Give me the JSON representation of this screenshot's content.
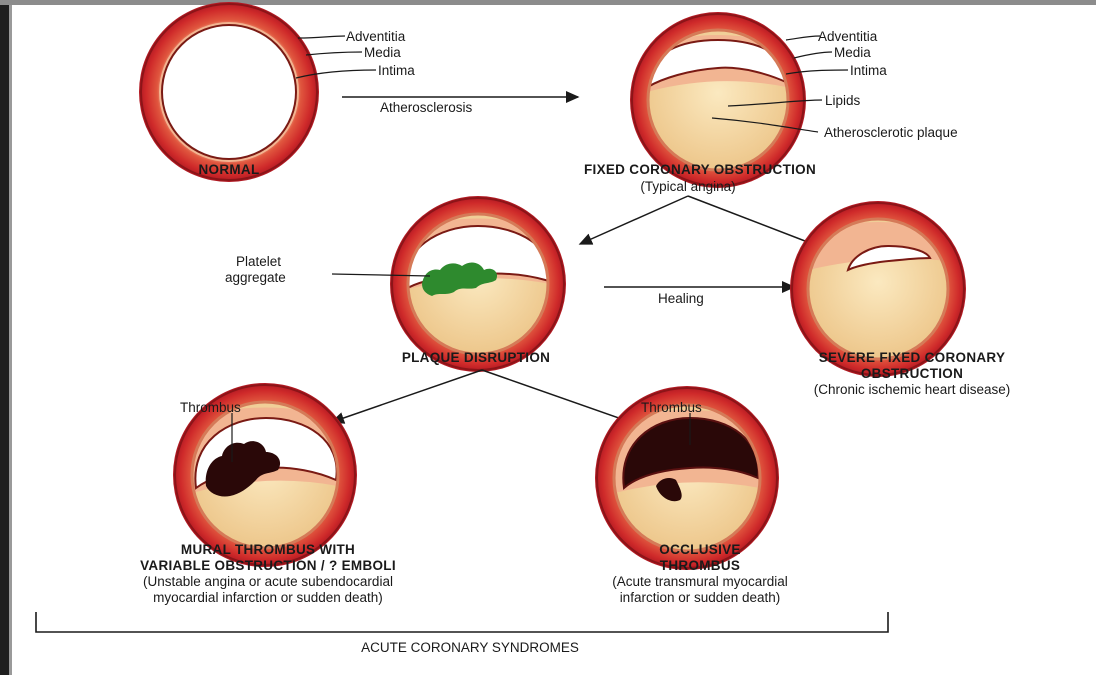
{
  "diagram": {
    "normal": {
      "caption": "NORMAL",
      "layers": [
        "Adventitia",
        "Media",
        "Intima"
      ]
    },
    "arrow_atherosclerosis": "Atherosclerosis",
    "fixed": {
      "caption": "FIXED CORONARY OBSTRUCTION",
      "subcaption": "(Typical angina)",
      "layers": [
        "Adventitia",
        "Media",
        "Intima"
      ],
      "lipids": "Lipids",
      "plaque": "Atherosclerotic plaque"
    },
    "disruption": {
      "caption": "PLAQUE DISRUPTION",
      "platelet_line1": "Platelet",
      "platelet_line2": "aggregate"
    },
    "arrow_healing": "Healing",
    "severe": {
      "caption_line1": "SEVERE FIXED CORONARY",
      "caption_line2": "OBSTRUCTION",
      "subcaption": "(Chronic ischemic heart disease)"
    },
    "mural": {
      "thrombus": "Thrombus",
      "caption_line1": "MURAL THROMBUS WITH",
      "caption_line2": "VARIABLE OBSTRUCTION / ? EMBOLI",
      "sub_line1": "(Unstable angina or acute subendocardial",
      "sub_line2": "myocardial infarction or sudden death)"
    },
    "occlusive": {
      "thrombus": "Thrombus",
      "caption_line1": "OCCLUSIVE",
      "caption_line2": "THROMBUS",
      "sub_line1": "(Acute transmural myocardial",
      "sub_line2": "infarction or sudden death)"
    },
    "group_label": "ACUTE CORONARY SYNDROMES"
  },
  "colors": {
    "adventitia": "#c8202a",
    "media": "#d94a3a",
    "intima": "#f0a888",
    "plaque": "#f3d6a0",
    "platelet": "#2e8a2e",
    "thrombus": "#2a0808"
  }
}
